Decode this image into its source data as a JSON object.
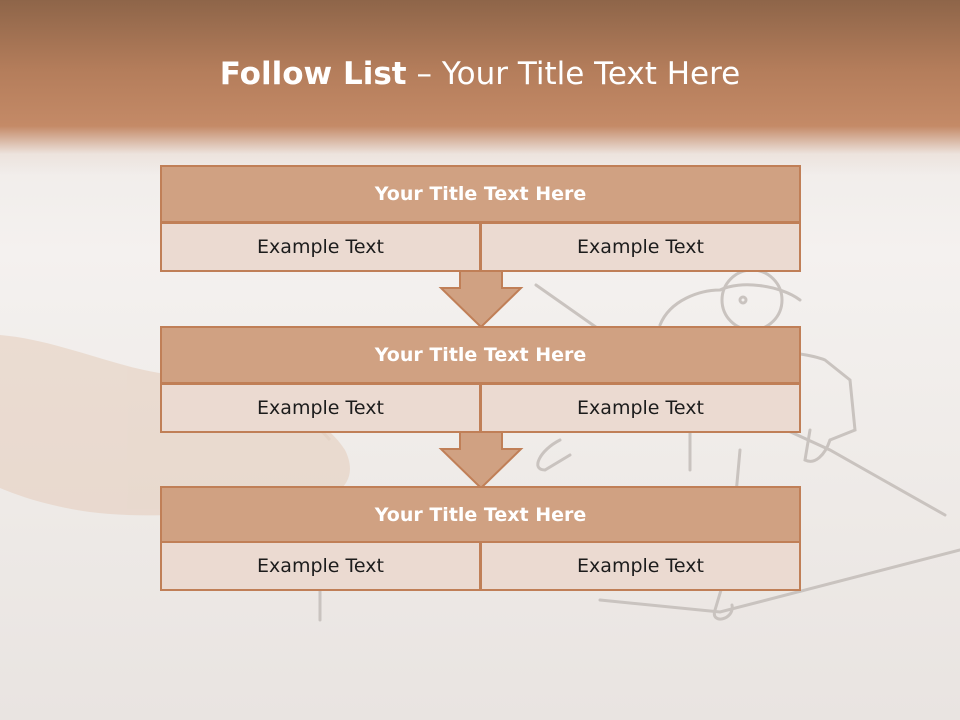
{
  "slide": {
    "title_bold": "Follow List",
    "title_rest": " – Your Title Text Here"
  },
  "steps": [
    {
      "title": "Your Title Text Here",
      "left": "Example Text",
      "right": "Example Text"
    },
    {
      "title": "Your Title Text Here",
      "left": "Example Text",
      "right": "Example Text"
    },
    {
      "title": "Your Title Text Here",
      "left": "Example Text",
      "right": "Example Text"
    }
  ],
  "colors": {
    "header": "#b47d5b",
    "row_title_fill": "#d0a182",
    "row_border": "#c07f57",
    "cell_fill": "#ebdad1"
  }
}
